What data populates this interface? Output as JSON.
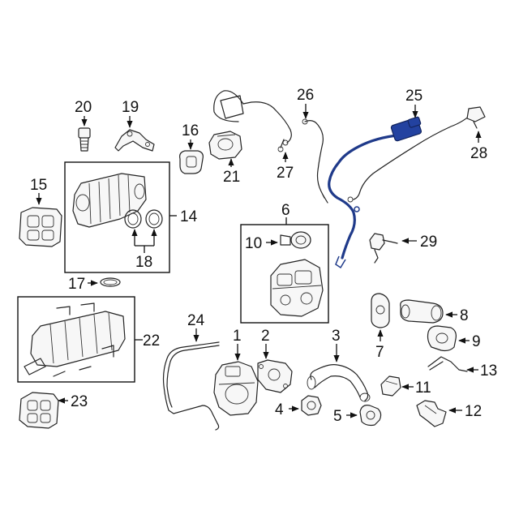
{
  "diagram": {
    "callouts": {
      "c1": "1",
      "c2": "2",
      "c3": "3",
      "c4": "4",
      "c5": "5",
      "c6": "6",
      "c7": "7",
      "c8": "8",
      "c9": "9",
      "c10": "10",
      "c11": "11",
      "c12": "12",
      "c13": "13",
      "c14": "14",
      "c15": "15",
      "c16": "16",
      "c17": "17",
      "c18": "18",
      "c19": "19",
      "c20": "20",
      "c21": "21",
      "c22": "22",
      "c23": "23",
      "c24": "24",
      "c25": "25",
      "c26": "26",
      "c27": "27",
      "c28": "28",
      "c29": "29"
    },
    "highlight_color": "#1f3a8a",
    "highlighted_part": "25"
  }
}
